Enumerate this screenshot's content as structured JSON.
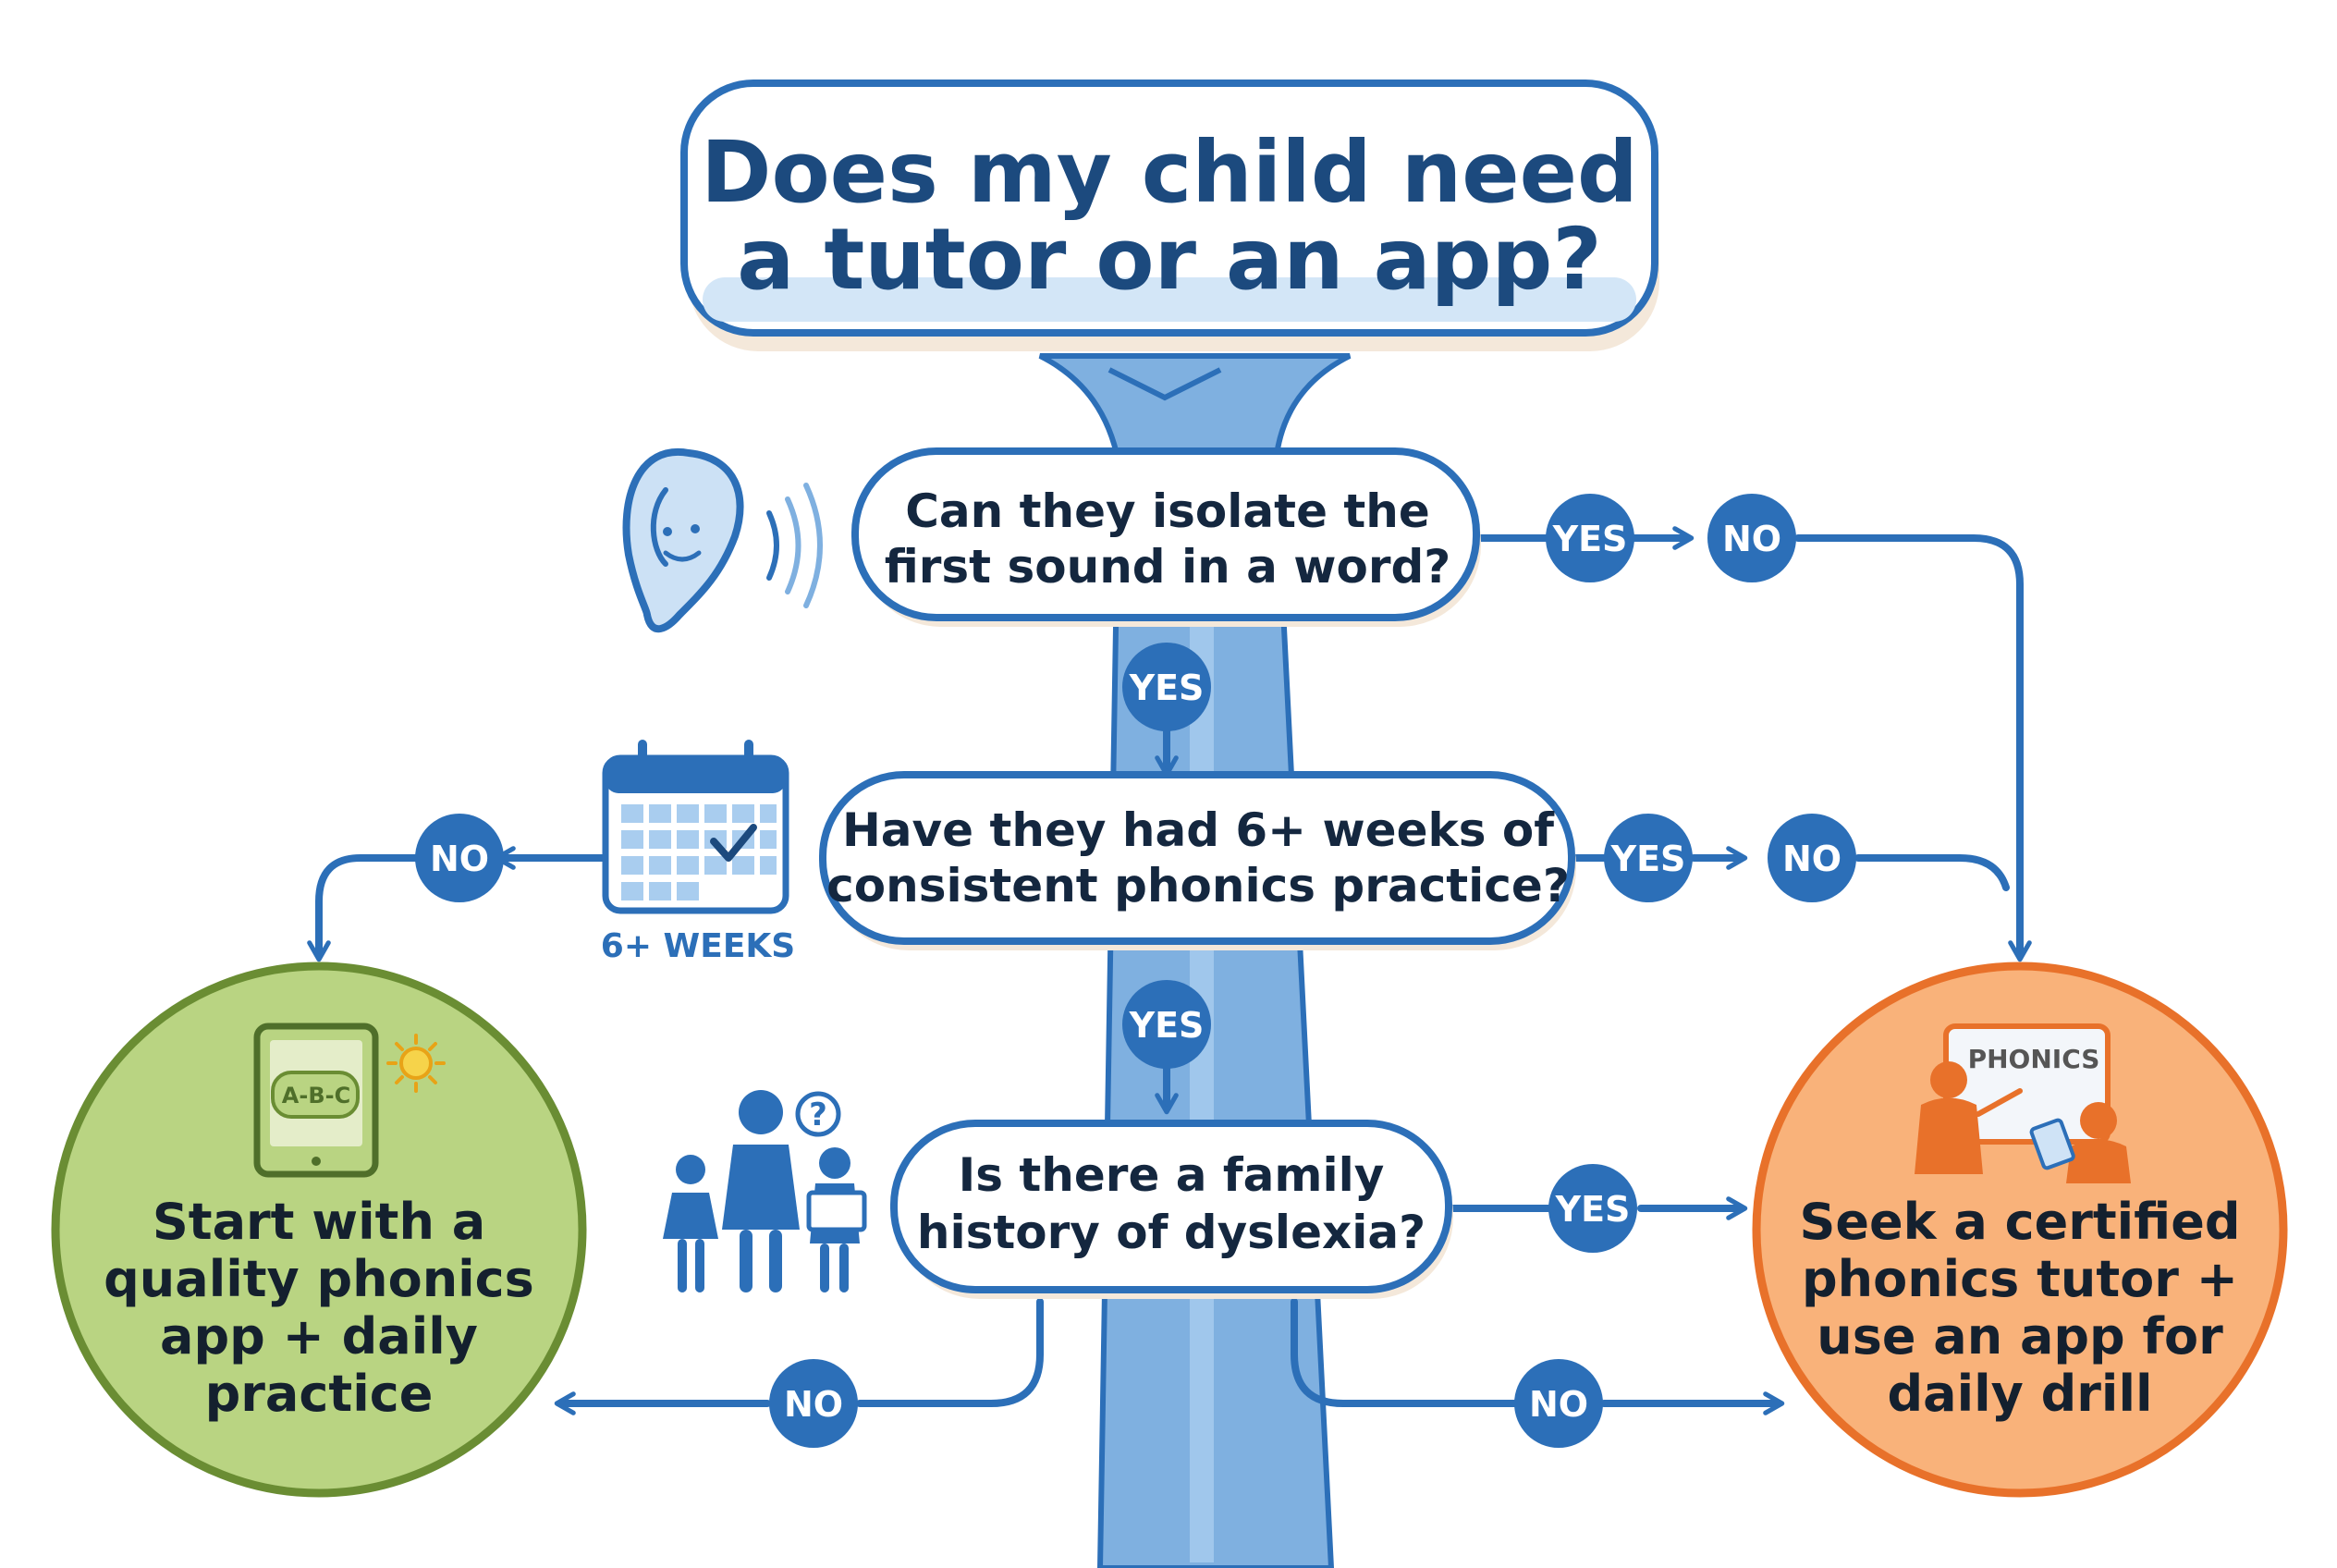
{
  "title": {
    "line1": "Does my child need",
    "line2": "a tutor or an app?"
  },
  "questions": [
    {
      "line1": "Can they isolate the",
      "line2": "first sound in a word?"
    },
    {
      "line1": "Have they had 6+ weeks of",
      "line2": "consistent phonics practice?"
    },
    {
      "line1": "Is there a family",
      "line2": "history of dyslexia?"
    }
  ],
  "labels": {
    "yes": "YES",
    "no": "NO"
  },
  "calendar_caption": "6+ WEEKS",
  "help_mark": "?",
  "outcomes": {
    "app": {
      "tablet_text": "A-B-C",
      "line1": "Start with a",
      "line2": "quality phonics",
      "line3": "app + daily",
      "line4": "practice"
    },
    "tutor": {
      "board_text": "PHONICS",
      "line1": "Seek a certified",
      "line2": "phonics tutor +",
      "line3": "use an app for",
      "line4": "daily drill"
    }
  },
  "colors": {
    "navy": "#1c4a7e",
    "blue": "#2c6fb8",
    "trunk": "#7fb0e0",
    "green_fill": "#b9d482",
    "green_stroke": "#6a8d33",
    "orange_fill": "#f9b27a",
    "orange_stroke": "#e8712a",
    "orange_icon": "#e8712a"
  },
  "icons": [
    "ear-icon",
    "calendar-icon",
    "family-icon",
    "tablet-icon",
    "sun-icon",
    "teacher-icon"
  ]
}
